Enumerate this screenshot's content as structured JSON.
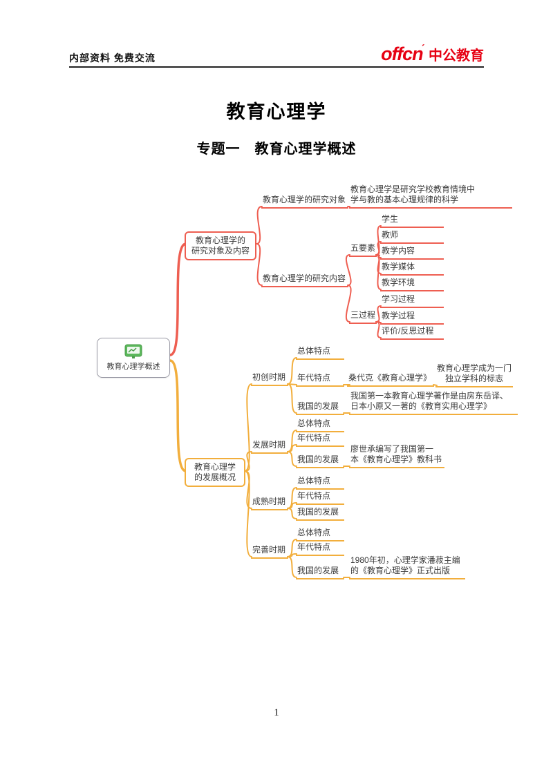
{
  "page": {
    "header_note": "内部资料 免费交流",
    "logo_text": "offcn",
    "logo_accent": "ˊ",
    "logo_brand": "中公教育",
    "title": "教育心理学",
    "subtitle": "专题一　教育心理学概述",
    "page_number": "1"
  },
  "colors": {
    "red_branch": "#ee5e51",
    "yellow_branch": "#f2ae3c",
    "logo_red": "#e60012",
    "root_icon_green": "#5cb85c"
  },
  "icons": {
    "root": "green-chart-board-icon"
  },
  "mindmap": {
    "root": {
      "label": "教育心理学概述"
    },
    "red": {
      "topic": "教育心理学的\n研究对象及内容",
      "object": {
        "label": "教育心理学的研究对象",
        "desc": "教育心理学是研究学校教育情境中\n学与教的基本心理规律的科学"
      },
      "content": {
        "label": "教育心理学的研究内容",
        "five": {
          "label": "五要素",
          "items": [
            "学生",
            "教师",
            "教学内容",
            "教学媒体",
            "教学环境"
          ]
        },
        "three": {
          "label": "三过程",
          "items": [
            "学习过程",
            "教学过程",
            "评价/反思过程"
          ]
        }
      }
    },
    "yellow": {
      "topic": "教育心理学\n的发展概况",
      "periods": [
        {
          "label": "初创时期",
          "children": [
            {
              "label": "总体特点"
            },
            {
              "label": "年代特点",
              "desc": "桑代克《教育心理学》",
              "note": "教育心理学成为一门\n独立学科的标志"
            },
            {
              "label": "我国的发展",
              "desc": "我国第一本教育心理学著作是由房东岳译、\n日本小原又一著的《教育实用心理学》"
            }
          ]
        },
        {
          "label": "发展时期",
          "children": [
            {
              "label": "总体特点"
            },
            {
              "label": "年代特点"
            },
            {
              "label": "我国的发展",
              "desc": "廖世承编写了我国第一\n本《教育心理学》教科书"
            }
          ]
        },
        {
          "label": "成熟时期",
          "children": [
            {
              "label": "总体特点"
            },
            {
              "label": "年代特点"
            },
            {
              "label": "我国的发展"
            }
          ]
        },
        {
          "label": "完善时期",
          "children": [
            {
              "label": "总体特点"
            },
            {
              "label": "年代特点"
            },
            {
              "label": "我国的发展",
              "desc": "1980年初，心理学家潘菽主编\n的《教育心理学》正式出版"
            }
          ]
        }
      ]
    }
  }
}
